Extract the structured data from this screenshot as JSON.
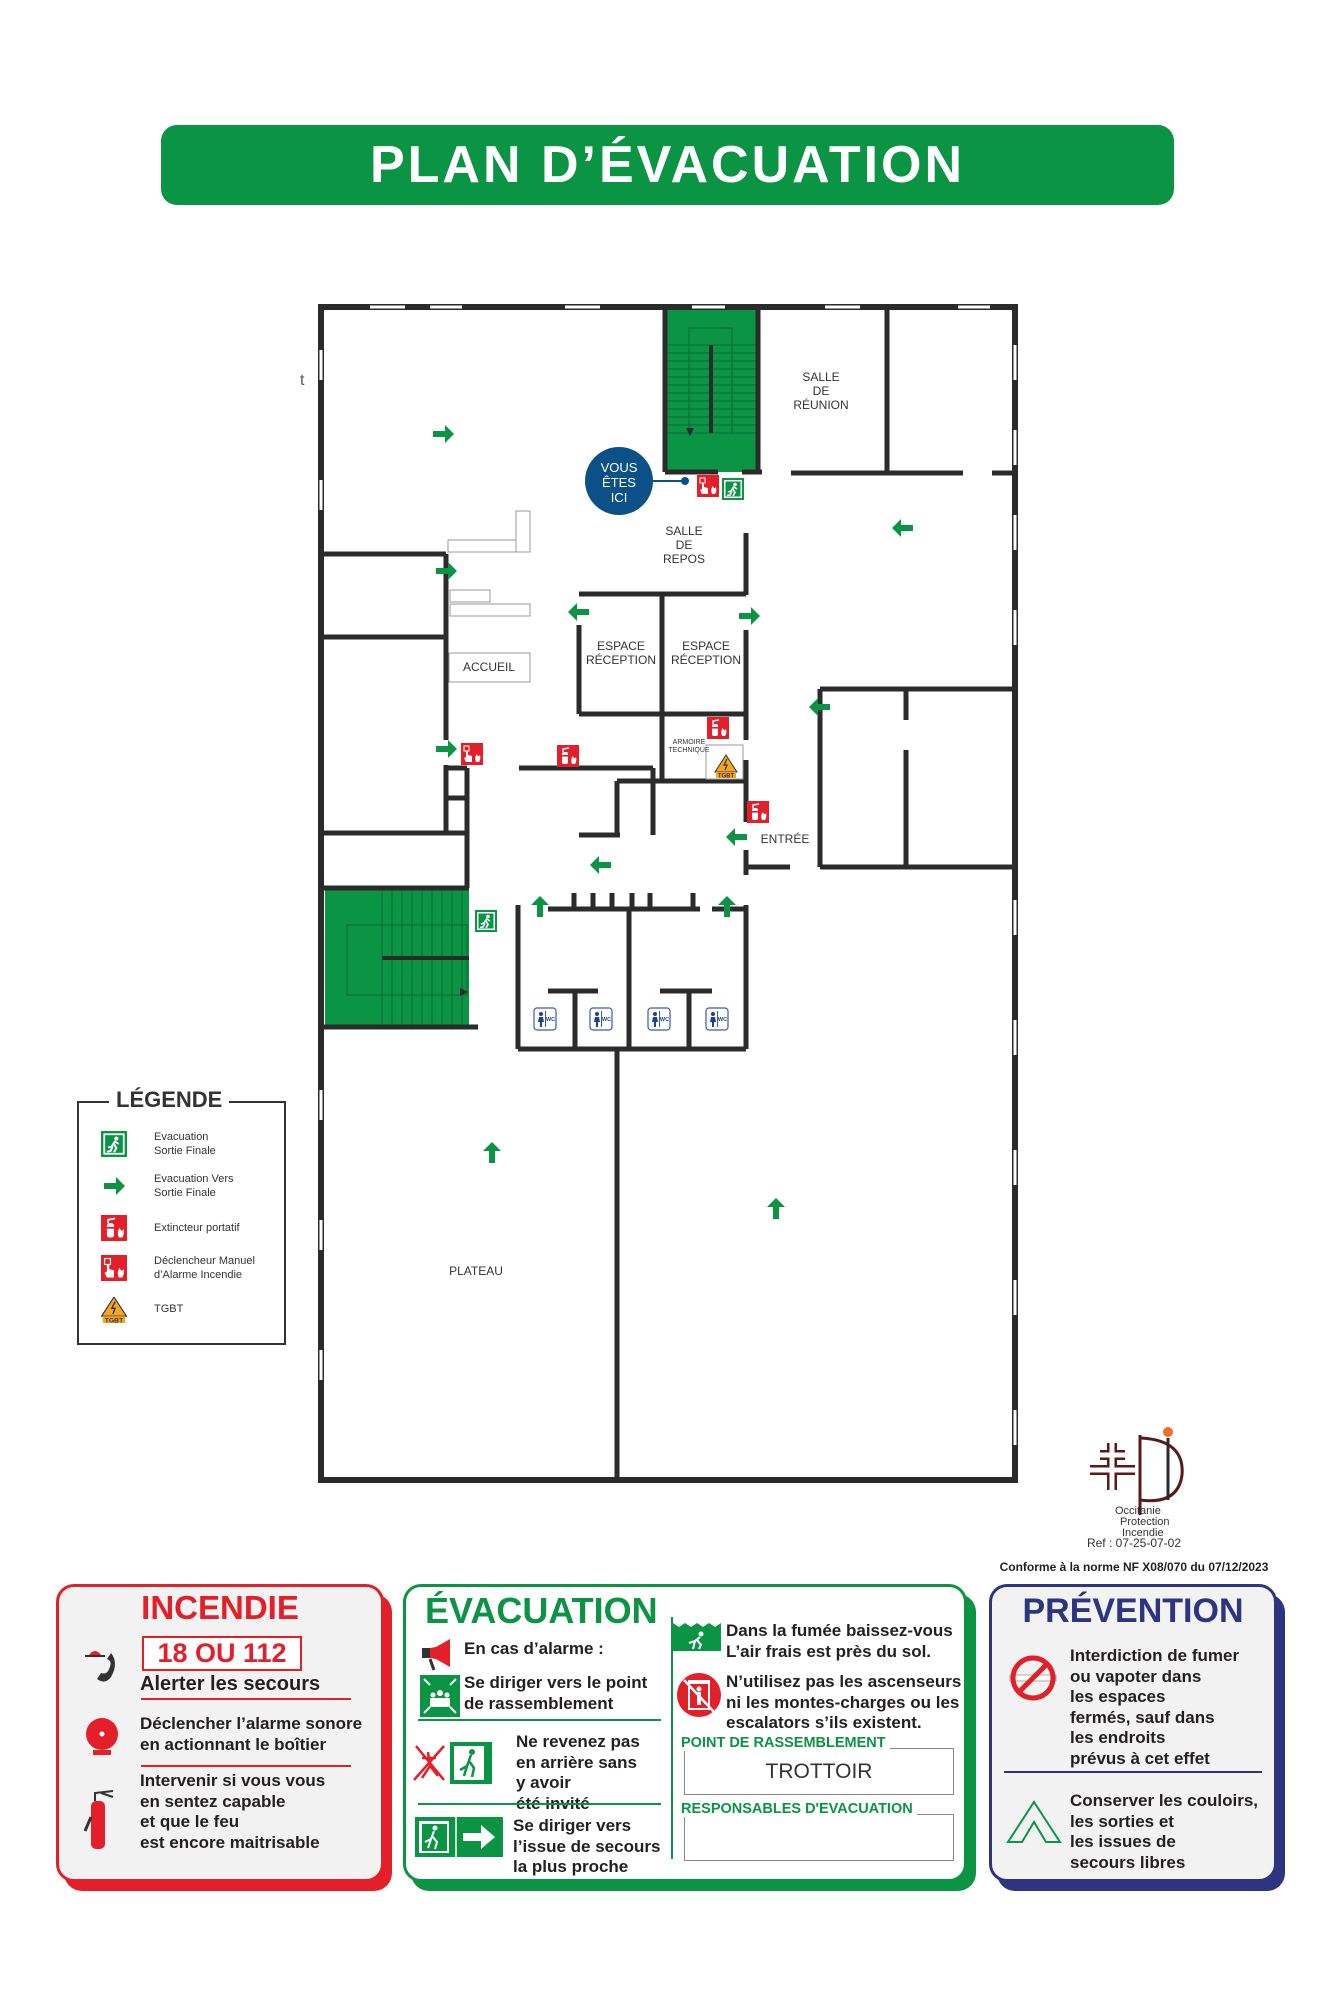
{
  "title": "PLAN D’ÉVACUATION",
  "stray_mark": "t",
  "plan": {
    "you_are_here": [
      "VOUS",
      "ÊTES",
      "ICI"
    ],
    "rooms": {
      "salle_reunion": [
        "SALLE",
        "DE",
        "RÉUNION"
      ],
      "salle_repos": [
        "SALLE",
        "DE",
        "REPOS"
      ],
      "espace_reception_1": [
        "ESPACE",
        "RÉCEPTION"
      ],
      "espace_reception_2": [
        "ESPACE",
        "RÉCEPTION"
      ],
      "accueil": "ACCUEIL",
      "armoire_technique": [
        "ARMOIRE",
        "TECHNIQUE"
      ],
      "entree": "ENTRÉE",
      "plateau": "PLATEAU"
    },
    "wc_label": "WC",
    "tgbt_label": "TGBT"
  },
  "legend": {
    "title": "LÉGENDE",
    "items": [
      {
        "icon": "exit-sign-icon",
        "lines": [
          "Evacuation",
          "Sortie Finale"
        ]
      },
      {
        "icon": "green-arrow-icon",
        "lines": [
          "Evacuation Vers",
          "Sortie Finale"
        ]
      },
      {
        "icon": "fire-extinguisher-icon",
        "lines": [
          "Extincteur portatif"
        ]
      },
      {
        "icon": "manual-alarm-icon",
        "lines": [
          "Déclencheur Manuel",
          "d’Alarme Incendie"
        ]
      },
      {
        "icon": "tgbt-icon",
        "lines": [
          "TGBT"
        ]
      }
    ]
  },
  "logo": {
    "lines": [
      "Occitanie",
      "Protection",
      "Incendie"
    ]
  },
  "ref": "Ref : 07-25-07-02",
  "conformity": "Conforme à la norme NF X08/070 du 07/12/2023",
  "incendie": {
    "title": "INCENDIE",
    "phone": "18 OU 112",
    "alert": "Alerter les secours",
    "alarm": [
      "Déclencher l’alarme sonore",
      "en actionnant le boîtier"
    ],
    "intervene": [
      "Intervenir si vous vous",
      "en sentez capable",
      "et que le feu",
      "est encore maitrisable"
    ]
  },
  "evacuation": {
    "title": "ÉVACUATION",
    "on_alarm": "En cas d’alarme :",
    "assembly": [
      "Se diriger vers le point",
      "de rassemblement"
    ],
    "no_return": [
      "Ne revenez pas",
      "en arrière sans",
      "y avoir",
      "été invité"
    ],
    "nearest_exit": [
      "Se diriger vers",
      "l’issue de secours",
      "la plus proche"
    ],
    "smoke": [
      "Dans la fumée baissez-vous",
      "L’air frais est près du sol."
    ],
    "elevator": [
      "N’utilisez pas les ascenseurs",
      "ni les montes-charges ou les",
      "escalators s’ils existent."
    ],
    "assembly_point_label": "POINT DE RASSEMBLEMENT",
    "assembly_point_value": "TROTTOIR",
    "managers_label": "RESPONSABLES D'EVACUATION",
    "managers_value": ""
  },
  "prevention": {
    "title": "PRÉVENTION",
    "no_smoking": [
      "Interdiction de fumer",
      "ou vapoter dans",
      "les espaces",
      "fermés, sauf dans",
      "les endroits",
      "prévus à cet effet"
    ],
    "keep_clear": [
      "Conserver les couloirs,",
      "les sorties et",
      "les issues de",
      "secours libres"
    ]
  },
  "colors": {
    "green": "#0a9444",
    "red": "#e3202a",
    "navy": "#2e3580",
    "blue": "#0b5087",
    "wall": "#2b2b2b",
    "orange": "#f5a623"
  }
}
